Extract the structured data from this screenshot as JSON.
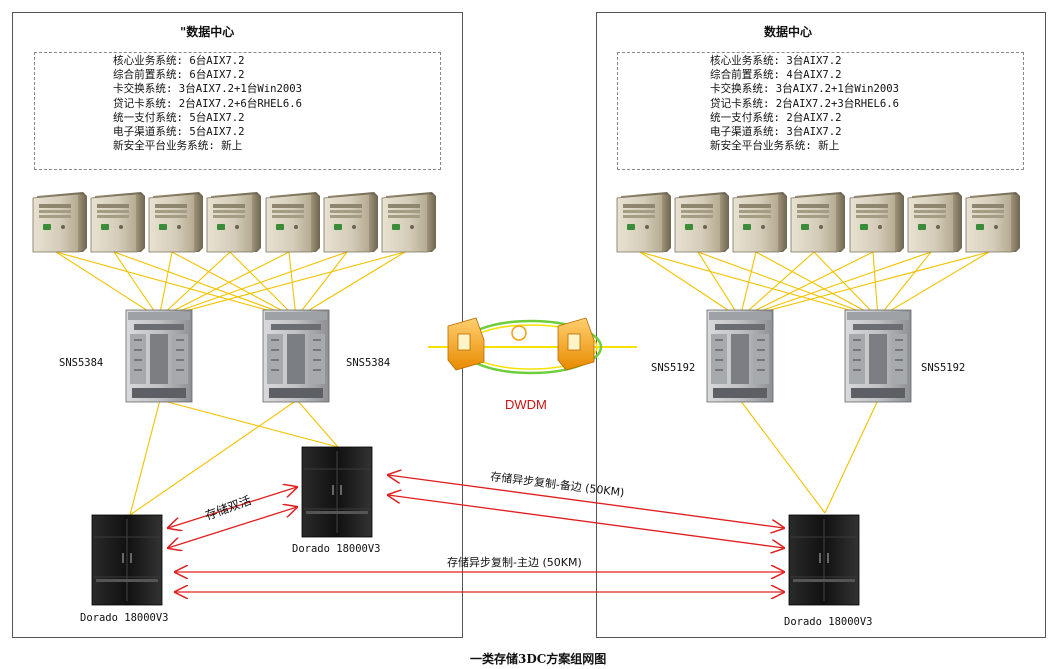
{
  "left_dc": {
    "title": "\"数据中心",
    "systems": [
      "核心业务系统: 6台AIX7.2",
      "综合前置系统: 6台AIX7.2",
      "卡交换系统: 3台AIX7.2+1台Win2003",
      "贷记卡系统: 2台AIX7.2+6台RHEL6.6",
      "统一支付系统: 5台AIX7.2",
      "电子渠道系统: 5台AIX7.2",
      "新安全平台业务系统: 新上"
    ],
    "switch_left_label": "SNS5384",
    "switch_right_label": "SNS5384",
    "storage_a_label": "Dorado 18000V3",
    "storage_b_label": "Dorado 18000V3",
    "active_active_label": "存储双活"
  },
  "right_dc": {
    "title": "数据中心",
    "systems": [
      "核心业务系统: 3台AIX7.2",
      "综合前置系统: 4台AIX7.2",
      "卡交换系统: 3台AIX7.2+1台Win2003",
      "贷记卡系统: 2台AIX7.2+3台RHEL6.6",
      "统一支付系统: 2台AIX7.2",
      "电子渠道系统: 3台AIX7.2",
      "新安全平台业务系统: 新上"
    ],
    "switch_left_label": "SNS5192",
    "switch_right_label": "SNS5192",
    "storage_label": "Dorado 18000V3"
  },
  "dwdm_label": "DWDM",
  "replication_backup_label": "存储异步复制-备边 (50KM)",
  "replication_primary_label": "存储异步复制-主边 (50KM)",
  "caption": "一类存储3DC方案组网图",
  "colors": {
    "fiber_link": "#f2c200",
    "replication_arrow": "#e02020",
    "dwdm_text": "#cc1111",
    "dwdm_device": "#f0a010",
    "wdm_ring_green": "#6ccf3a",
    "wdm_ring_yellow": "#f4e200"
  },
  "icons": {
    "server": "tower-server-icon",
    "switch": "director-switch-icon",
    "storage": "storage-array-icon",
    "dwdm": "dwdm-device-icon"
  }
}
